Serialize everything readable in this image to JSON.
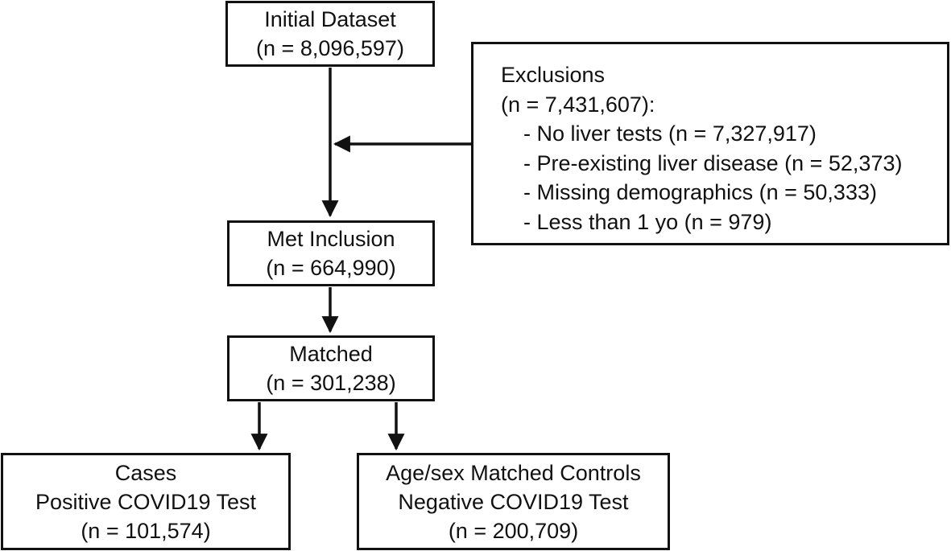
{
  "boxes": {
    "initial": {
      "title": "Initial Dataset",
      "count": "(n = 8,096,597)"
    },
    "exclusions": {
      "title": "Exclusions",
      "count": "(n = 7,431,607):",
      "items": [
        "- No liver tests (n = 7,327,917)",
        "- Pre-existing liver disease (n = 52,373)",
        "- Missing demographics (n = 50,333)",
        "- Less than 1 yo (n = 979)"
      ]
    },
    "met_inclusion": {
      "title": "Met Inclusion",
      "count": "(n = 664,990)"
    },
    "matched": {
      "title": "Matched",
      "count": "(n = 301,238)"
    },
    "cases": {
      "title": "Cases",
      "subtitle": "Positive COVID19 Test",
      "count": "(n = 101,574)"
    },
    "controls": {
      "title": "Age/sex Matched Controls",
      "subtitle": "Negative COVID19 Test",
      "count": "(n = 200,709)"
    }
  },
  "style": {
    "line_color": "#111111",
    "box_fill": "#ffffff"
  }
}
